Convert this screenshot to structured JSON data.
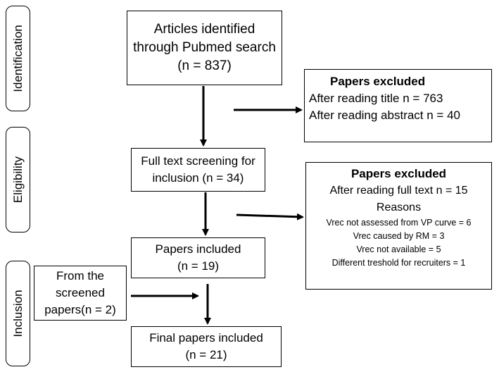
{
  "stages": {
    "identification": "Identification",
    "eligibility": "Eligibility",
    "inclusion": "Inclusion"
  },
  "boxes": {
    "identified": {
      "lines": [
        "Articles identified",
        "through Pubmed search",
        "(n = 837)"
      ]
    },
    "excluded_1": {
      "title": "Papers excluded",
      "lines": [
        "After reading title n = 763",
        "After reading abstract n = 40"
      ]
    },
    "screening": {
      "lines": [
        "Full text screening for",
        "inclusion (n = 34)"
      ]
    },
    "excluded_2": {
      "title": "Papers excluded",
      "main_lines": [
        "After reading full text n = 15",
        "Reasons"
      ],
      "reasons": [
        "Vrec not assessed from VP curve = 6",
        "Vrec caused by RM = 3",
        "Vrec not available = 5",
        "Different treshold for recruiters = 1"
      ]
    },
    "included": {
      "lines": [
        "Papers included",
        "(n = 19)"
      ]
    },
    "screened": {
      "lines": [
        "From the",
        "screened",
        "papers(n = 2)"
      ]
    },
    "final": {
      "lines": [
        "Final papers included",
        "(n = 21)"
      ]
    }
  }
}
